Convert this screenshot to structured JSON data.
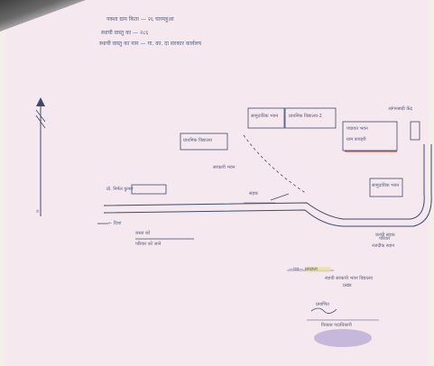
{
  "document": {
    "header_lines": [
      "नक्शा ग्राम किता — २६ चारमहुआ",
      "स्थायी वास्तु का — २८६",
      "स्थायी वास्तु का नाम — गा. का. दा सरकार कार्यलय"
    ],
    "labels": {
      "north_mark": "उ",
      "building_1": "सामुदायिक भवन",
      "building_2": "प्राथमिक विद्यालय-2",
      "building_3": "पंचायत भवन",
      "building_4": "ग्राम कचहरी",
      "building_5": "आंगनबाड़ी केंद्र",
      "building_6": "प्राथमिक विद्यालय",
      "building_7": "सरकारी भवन",
      "building_8": "सामुदायिक भवन",
      "road_label": "सड़क",
      "road_note": "कच्ची सड़क",
      "left_caption_1": "प्रो. निर्मल कुमार",
      "left_caption_2": "← दिशा",
      "left_caption_3": "रास्ता को",
      "left_caption_4": "परिवार को जाने",
      "right_caption_1": "परिवार",
      "right_caption_2": "नजदीक स्थान",
      "legend_1": "—पथ— स्वच्छता",
      "legend_2": "स्थायी सरकारी भवन विद्यालय",
      "legend_3": "प्रखंड",
      "signature_1": "प्रमाणित",
      "signature_2": "विकास पदाधिकारी"
    }
  },
  "colors": {
    "ink": "#3d4a6b",
    "red_ink": "#c0392b",
    "stamp": "#6a5fb5",
    "highlight": "#e9e29a"
  }
}
